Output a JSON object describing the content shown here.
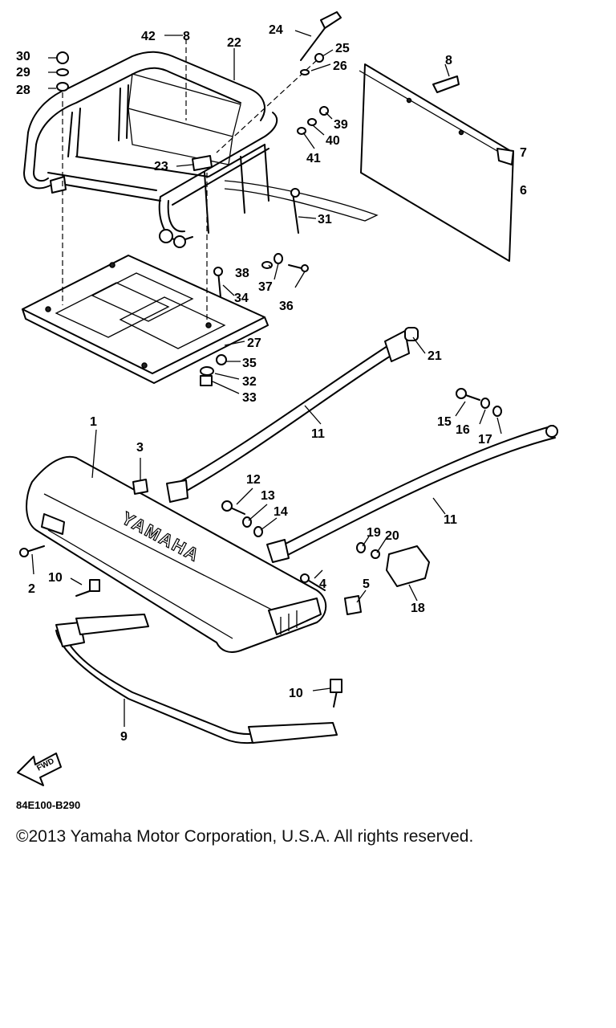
{
  "diagram": {
    "brand_mark": "YAMAHA",
    "fwd_mark": "FWD",
    "callouts": [
      {
        "num": "42",
        "sub": "8"
      },
      "1",
      "2",
      "3",
      "4",
      "5",
      "6",
      "7",
      "8",
      "9",
      "10",
      "11",
      "12",
      "13",
      "14",
      "15",
      "16",
      "17",
      "18",
      "19",
      "20",
      "21",
      "22",
      "23",
      "24",
      "25",
      "26",
      "27",
      "28",
      "29",
      "30",
      "31",
      "32",
      "33",
      "34",
      "35",
      "36",
      "37",
      "38",
      "39",
      "40",
      "41"
    ]
  },
  "labels": {
    "l1": "1",
    "l2": "2",
    "l3": "3",
    "l4": "4",
    "l5": "5",
    "l6": "6",
    "l7": "7",
    "l8": "8",
    "l9": "9",
    "l10a": "10",
    "l10b": "10",
    "l11a": "11",
    "l11b": "11",
    "l12": "12",
    "l13": "13",
    "l14": "14",
    "l15": "15",
    "l16": "16",
    "l17": "17",
    "l18": "18",
    "l19": "19",
    "l20": "20",
    "l21": "21",
    "l22": "22",
    "l23": "23",
    "l24": "24",
    "l25": "25",
    "l26": "26",
    "l27": "27",
    "l28": "28",
    "l29": "29",
    "l30": "30",
    "l31": "31",
    "l32": "32",
    "l33": "33",
    "l34": "34",
    "l35": "35",
    "l36": "36",
    "l37": "37",
    "l38": "38",
    "l39": "39",
    "l40": "40",
    "l41": "41",
    "l42": "42",
    "l42sub": "8"
  },
  "footer": {
    "catalog_code": "84E100-B290",
    "copyright": "©2013 Yamaha Motor Corporation, U.S.A. All rights reserved."
  }
}
